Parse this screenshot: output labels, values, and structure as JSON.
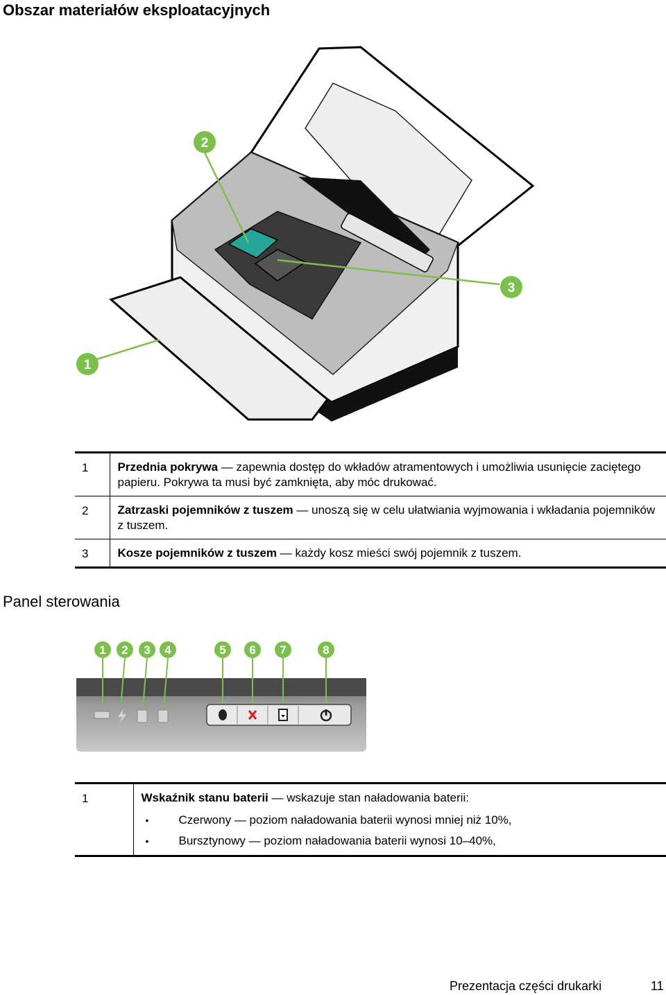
{
  "page": {
    "heading1": "Obszar materiałów eksploatacyjnych",
    "heading2": "Panel sterowania"
  },
  "figure1": {
    "callouts": [
      "1",
      "2",
      "3"
    ]
  },
  "legend1": [
    {
      "num": "1",
      "term": "Przednia pokrywa",
      "dash": " — ",
      "text": "zapewnia dostęp do wkładów atramentowych i umożliwia usunięcie zaciętego papieru. Pokrywa ta musi być zamknięta, aby móc drukować."
    },
    {
      "num": "2",
      "term": "Zatrzaski pojemników z tuszem",
      "dash": " — ",
      "text": "unoszą się w celu ułatwiania wyjmowania i wkładania pojemników z tuszem."
    },
    {
      "num": "3",
      "term": "Kosze pojemników z tuszem",
      "dash": " — ",
      "text": "każdy kosz mieści swój pojemnik z tuszem."
    }
  ],
  "figure2": {
    "callouts": [
      "1",
      "2",
      "3",
      "4",
      "5",
      "6",
      "7",
      "8"
    ]
  },
  "legend2": {
    "num": "1",
    "term": "Wskaźnik stanu baterii",
    "dash": " — ",
    "text": "wskazuje stan naładowania baterii:",
    "bullets": [
      {
        "dot": "•",
        "term": "Czerwony",
        "dash": " — ",
        "text": "poziom naładowania baterii wynosi mniej niż 10%,"
      },
      {
        "dot": "•",
        "term": "Bursztynowy",
        "dash": " — ",
        "text": "poziom naładowania baterii wynosi 10–40%,"
      }
    ]
  },
  "footer": {
    "label": "Prezentacja części drukarki",
    "page_number": "11"
  },
  "colors": {
    "callout_green": "#7cc04b",
    "ink_teal": "#26a69a",
    "red_x": "#d9241b"
  }
}
